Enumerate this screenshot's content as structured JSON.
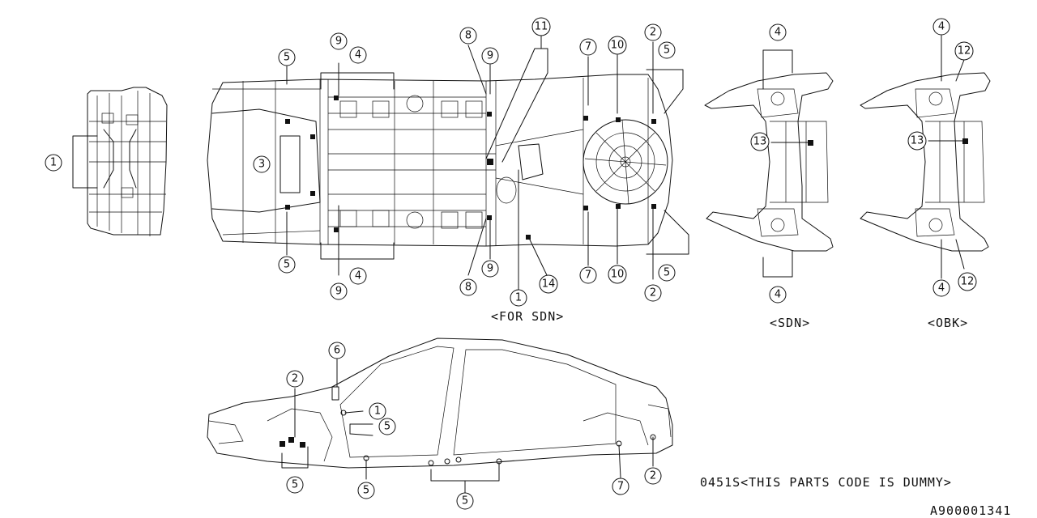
{
  "captions": {
    "for_sdn": "<FOR SDN>",
    "sdn": "<SDN>",
    "obk": "<OBK>",
    "parts_note": "0451S<THIS PARTS CODE IS DUMMY>",
    "figure_code": "A900001341"
  },
  "callouts": {
    "c1": "1",
    "c2": "2",
    "c3": "3",
    "c4": "4",
    "c5": "5",
    "c6": "6",
    "c7": "7",
    "c8": "8",
    "c9": "9",
    "c10": "10",
    "c11": "11",
    "c12": "12",
    "c13": "13",
    "c14": "14"
  }
}
